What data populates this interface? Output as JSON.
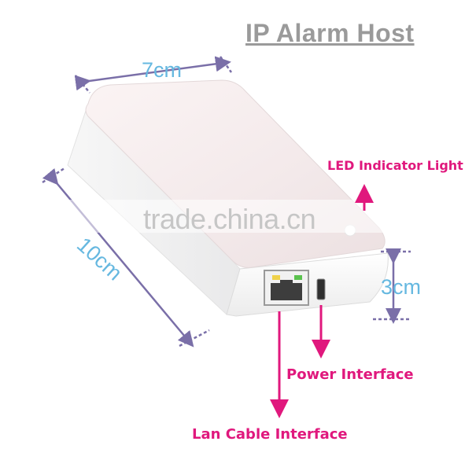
{
  "title": "IP Alarm Host",
  "dimensions": {
    "width": "7cm",
    "length": "10cm",
    "height": "3cm"
  },
  "callouts": {
    "led": "LED Indicator Light",
    "power": "Power Interface",
    "lan": "Lan Cable Interface"
  },
  "watermark": "trade.china.cn",
  "colors": {
    "callout": "#e0187d",
    "dimension": "#66b8e0",
    "dimension_line": "#7a6fa8",
    "title": "#9a9a9a"
  }
}
